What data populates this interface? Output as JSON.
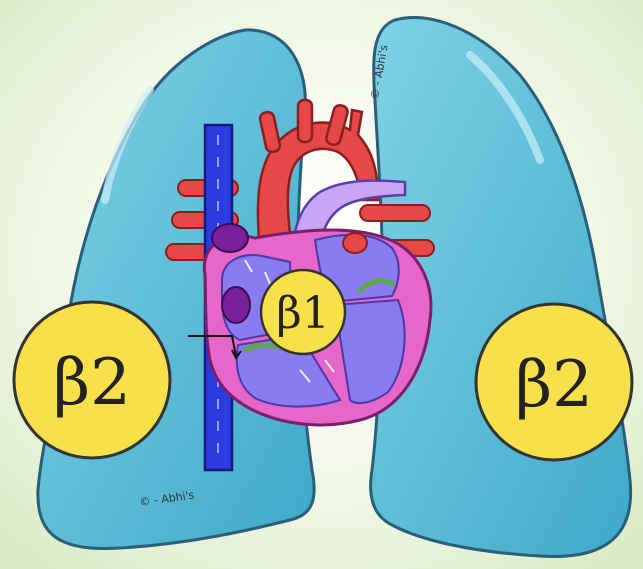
{
  "illustration": {
    "labels": {
      "heart_receptor": "β1",
      "left_lung_receptor": "β2",
      "right_lung_receptor": "β2"
    },
    "signatures": {
      "top_right": "© - Abhi's",
      "bottom_left": "© - Abhi's"
    },
    "colors": {
      "background": "#f3f7ec",
      "lung_fill": "#5ec2db",
      "lung_outline": "#2a5f7a",
      "aorta_red": "#e64848",
      "vena_cava_blue": "#2b3be0",
      "heart_pink": "#e766c9",
      "heart_chamber": "#8a7bf0",
      "badge_yellow": "#f7e04a"
    }
  }
}
